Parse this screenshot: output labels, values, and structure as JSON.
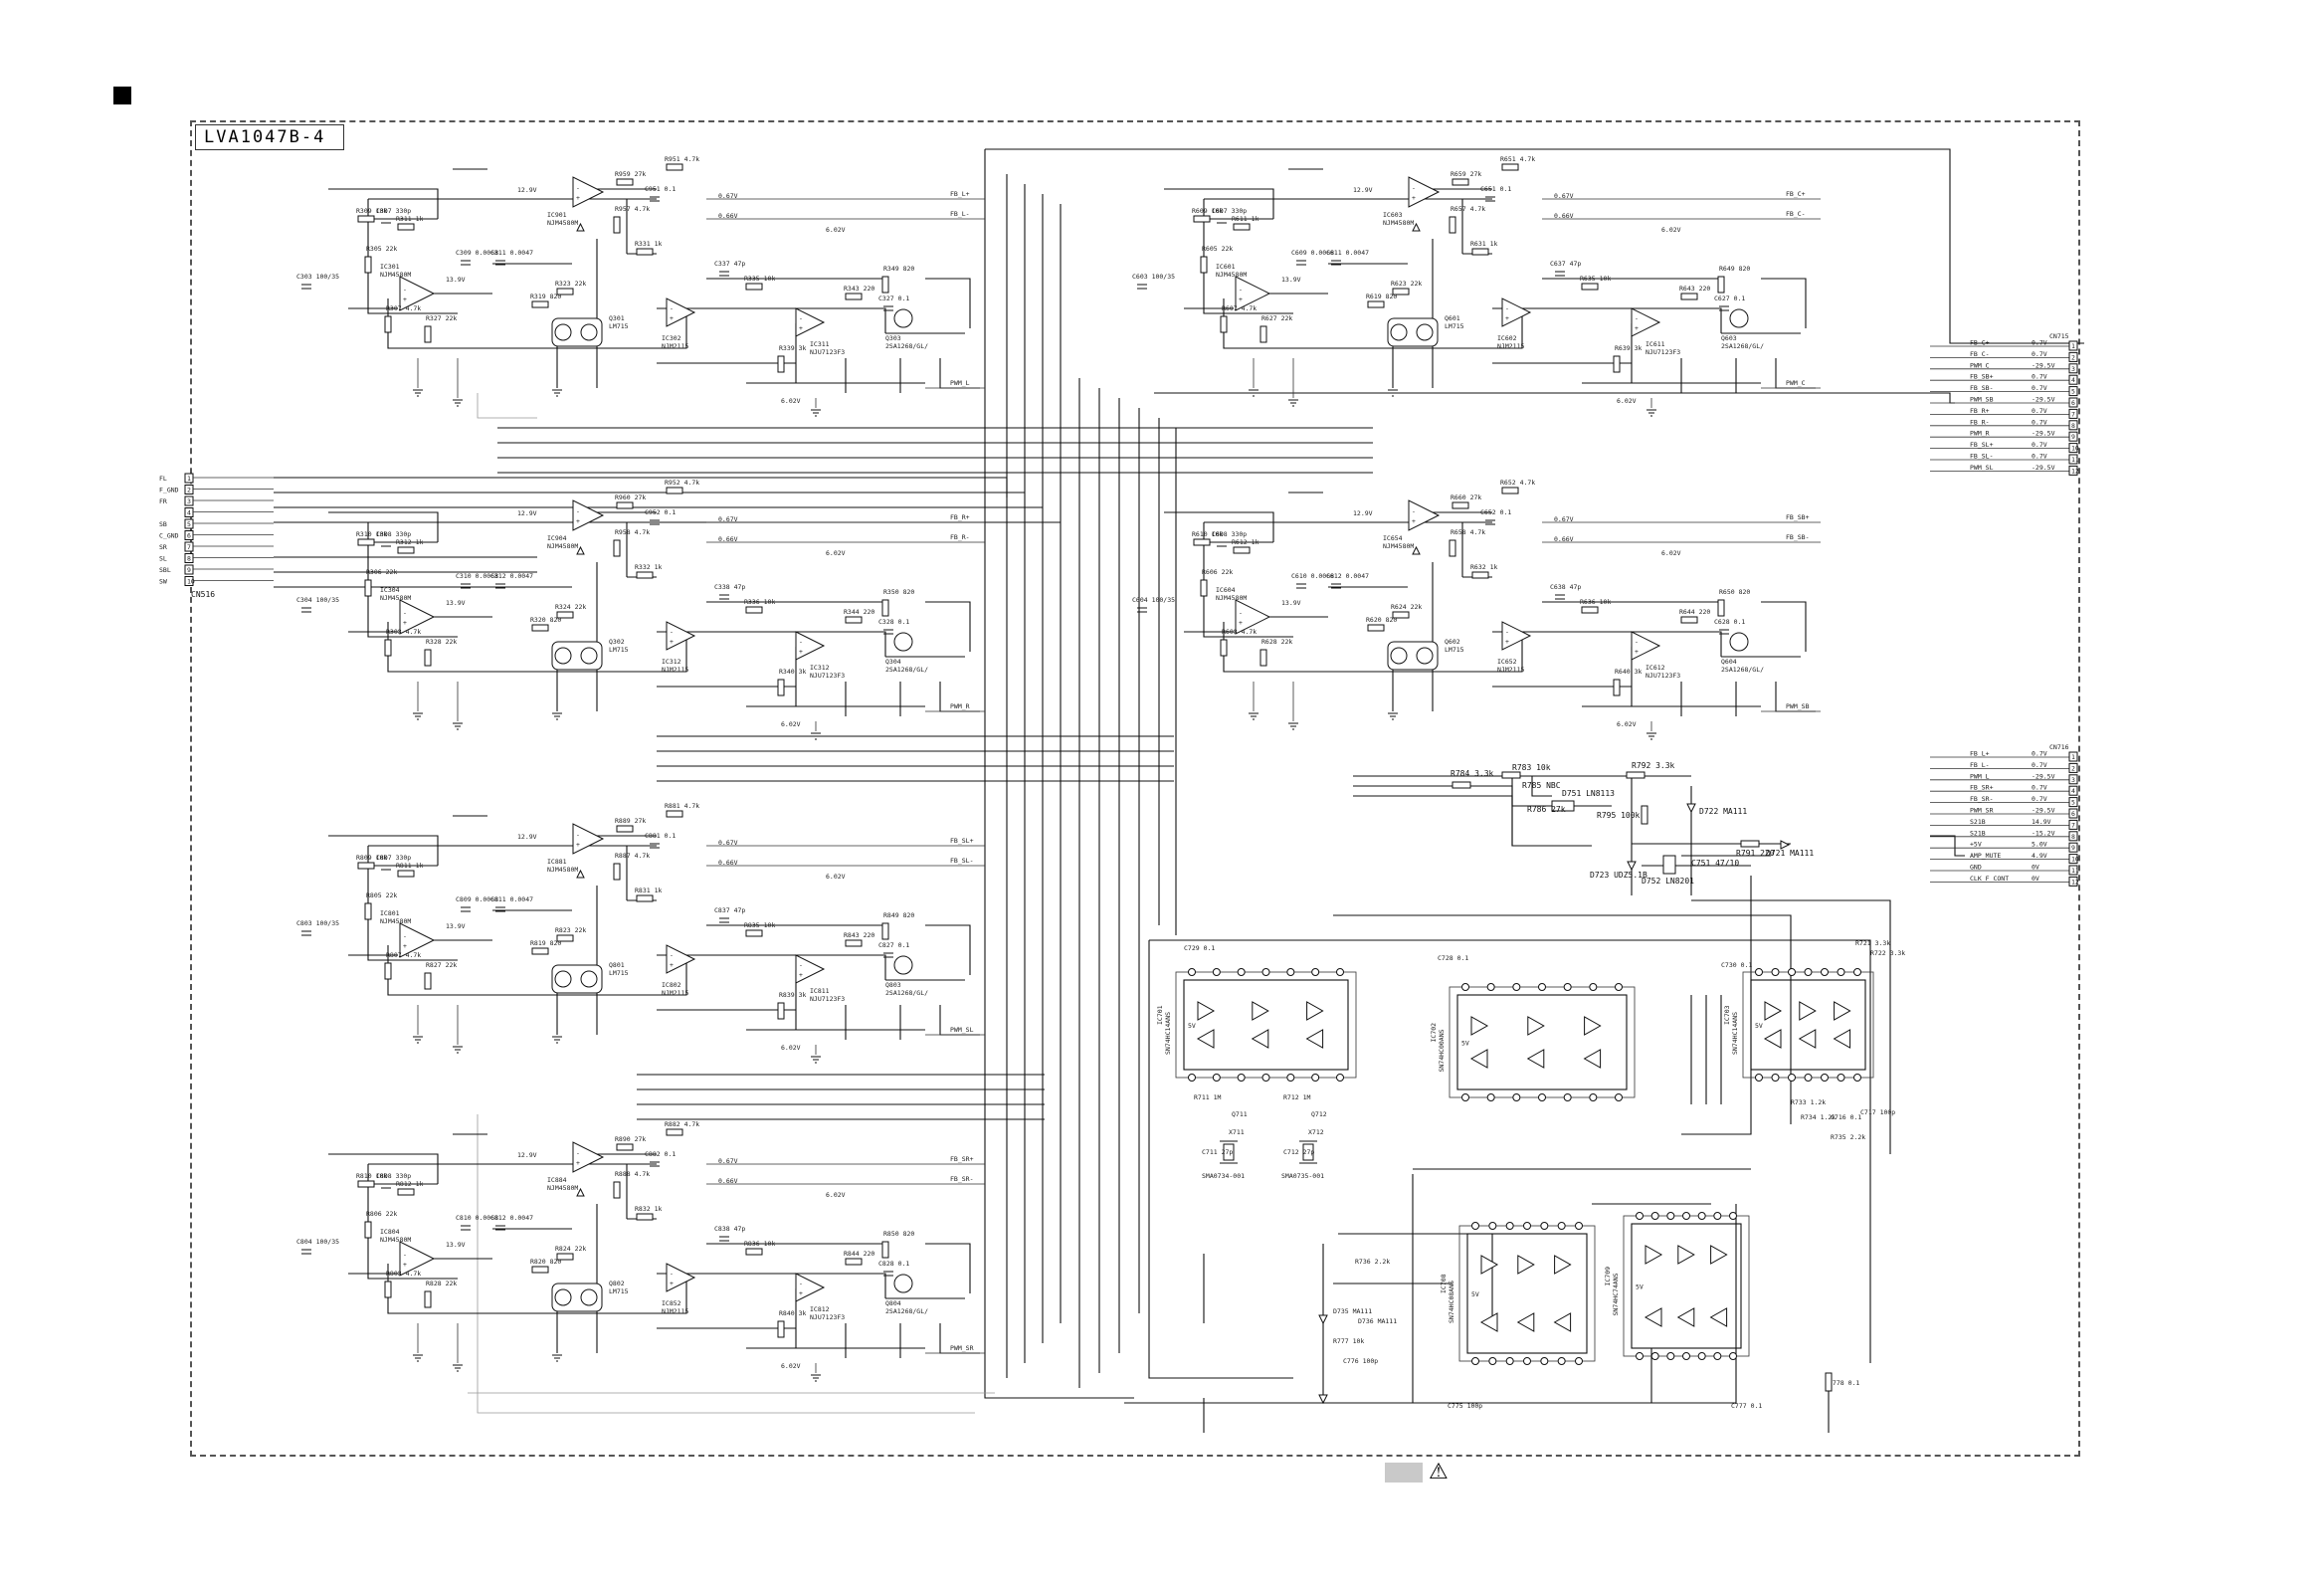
{
  "board": {
    "label": "LVA1047B-4"
  },
  "legend": {
    "warning_symbol": "⚠",
    "swatch_color": "#c9c9c9"
  },
  "connectors": {
    "left": {
      "ref": "CN516",
      "pins": [
        {
          "n": "1",
          "label": "FL"
        },
        {
          "n": "2",
          "label": "F_GND"
        },
        {
          "n": "3",
          "label": "FR"
        },
        {
          "n": "4",
          "label": ""
        },
        {
          "n": "5",
          "label": "SB"
        },
        {
          "n": "6",
          "label": "C_GND"
        },
        {
          "n": "7",
          "label": "SR"
        },
        {
          "n": "8",
          "label": "SL"
        },
        {
          "n": "9",
          "label": "SBL"
        },
        {
          "n": "10",
          "label": "SW"
        }
      ]
    },
    "right_top": {
      "ref": "CN715",
      "pins": [
        {
          "n": "1",
          "label": "FB_C+",
          "value": "0.7V"
        },
        {
          "n": "2",
          "label": "FB_C-",
          "value": "0.7V"
        },
        {
          "n": "3",
          "label": "PWM_C",
          "value": "-29.5V"
        },
        {
          "n": "4",
          "label": "FB_SB+",
          "value": "0.7V"
        },
        {
          "n": "5",
          "label": "FB_SB-",
          "value": "0.7V"
        },
        {
          "n": "6",
          "label": "PWM_SB",
          "value": "-29.5V"
        },
        {
          "n": "7",
          "label": "FB_R+",
          "value": "0.7V"
        },
        {
          "n": "8",
          "label": "FB_R-",
          "value": "0.7V"
        },
        {
          "n": "9",
          "label": "PWM_R",
          "value": "-29.5V"
        },
        {
          "n": "10",
          "label": "FB_SL+",
          "value": "0.7V"
        },
        {
          "n": "11",
          "label": "FB_SL-",
          "value": "0.7V"
        },
        {
          "n": "12",
          "label": "PWM_SL",
          "value": "-29.5V"
        }
      ]
    },
    "right_bottom": {
      "ref": "CN716",
      "pins": [
        {
          "n": "1",
          "label": "FB_L+",
          "value": "0.7V"
        },
        {
          "n": "2",
          "label": "FB_L-",
          "value": "0.7V"
        },
        {
          "n": "3",
          "label": "PWM_L",
          "value": "-29.5V"
        },
        {
          "n": "4",
          "label": "FB_SR+",
          "value": "0.7V"
        },
        {
          "n": "5",
          "label": "FB_SR-",
          "value": "0.7V"
        },
        {
          "n": "6",
          "label": "PWM_SR",
          "value": "-29.5V"
        },
        {
          "n": "7",
          "label": "S21B",
          "value": "14.9V"
        },
        {
          "n": "8",
          "label": "S21B",
          "value": "-15.2V"
        },
        {
          "n": "9",
          "label": "+5V",
          "value": "5.0V"
        },
        {
          "n": "10",
          "label": "AMP_MUTE",
          "value": "4.9V"
        },
        {
          "n": "11",
          "label": "GND",
          "value": "0V"
        },
        {
          "n": "12",
          "label": "CLK_F_CONT",
          "value": "0V"
        }
      ]
    }
  },
  "channels": [
    {
      "id": "FL",
      "opamp_in": "IC301",
      "opamp_in_part": "NJM4580M",
      "opamp_fb": "IC901",
      "opamp_fb_part": "NJM4580M",
      "comparator": "IC302",
      "comparator_part": "NJM2115",
      "driver_ic": "IC311",
      "driver_part": "NJU7123F3",
      "transistor": "Q303",
      "transistor_part": "2SA1268/GL/",
      "fet": "Q301",
      "fet_part": "LM715",
      "fb_plus": "FB_L+",
      "fb_minus": "FB_L-",
      "pwm": "PWM_L",
      "v_fb_plus": "0.67V",
      "v_fb_minus": "0.66V",
      "v_supply": "12.9V",
      "v_supply2": "13.9V",
      "v_rail": "6.02V",
      "parts": [
        "R309 10k",
        "C307 330p",
        "R311 1k",
        "C303 100/35",
        "R305 22k",
        "C309 0.0068",
        "C311 0.0047",
        "R307 4.7k",
        "R327 22k",
        "R319 820",
        "R323 22k",
        "R951 4.7k",
        "R959 27k",
        "C951 0.1",
        "R957 4.7k",
        "R331 1k",
        "C337 47p",
        "R335 10k",
        "R343 220",
        "C327 0.1",
        "R349 820",
        "R339 3k"
      ]
    },
    {
      "id": "FR",
      "opamp_in": "IC304",
      "opamp_in_part": "NJM4580M",
      "opamp_fb": "IC904",
      "opamp_fb_part": "NJM4580M",
      "comparator": "IC312",
      "comparator_part": "NJM2115",
      "driver_ic": "IC312",
      "driver_part": "NJU7123F3",
      "transistor": "Q304",
      "transistor_part": "2SA1268/GL/",
      "fet": "Q302",
      "fet_part": "LM715",
      "fb_plus": "FB_R+",
      "fb_minus": "FB_R-",
      "pwm": "PWM_R",
      "v_fb_plus": "0.67V",
      "v_fb_minus": "0.66V",
      "v_supply": "12.9V",
      "v_supply2": "13.9V",
      "v_rail": "6.02V",
      "parts": [
        "R310 10k",
        "C308 330p",
        "R312 1k",
        "C304 100/35",
        "R306 22k",
        "C310 0.0068",
        "C312 0.0047",
        "R308 4.7k",
        "R328 22k",
        "R320 820",
        "R324 22k",
        "R952 4.7k",
        "R960 27k",
        "C952 0.1",
        "R958 4.7k",
        "R332 1k",
        "C338 47p",
        "R336 10k",
        "R344 220",
        "C328 0.1",
        "R350 820",
        "R340 3k"
      ]
    },
    {
      "id": "SL",
      "opamp_in": "IC801",
      "opamp_in_part": "NJM4580M",
      "opamp_fb": "IC881",
      "opamp_fb_part": "NJM4580M",
      "comparator": "IC802",
      "comparator_part": "NJM2115",
      "driver_ic": "IC811",
      "driver_part": "NJU7123F3",
      "transistor": "Q803",
      "transistor_part": "2SA1268/GL/",
      "fet": "Q801",
      "fet_part": "LM715",
      "fb_plus": "FB_SL+",
      "fb_minus": "FB_SL-",
      "pwm": "PWM_SL",
      "v_fb_plus": "0.67V",
      "v_fb_minus": "0.66V",
      "v_supply": "12.9V",
      "v_supply2": "13.9V",
      "v_rail": "6.02V",
      "parts": [
        "R809 10k",
        "C807 330p",
        "R811 1k",
        "C803 100/35",
        "R805 22k",
        "C809 0.0068",
        "C811 0.0047",
        "R807 4.7k",
        "R827 22k",
        "R819 820",
        "R823 22k",
        "R881 4.7k",
        "R889 27k",
        "C881 0.1",
        "R887 4.7k",
        "R831 1k",
        "C837 47p",
        "R835 10k",
        "R843 220",
        "C827 0.1",
        "R849 820",
        "R839 3k"
      ]
    },
    {
      "id": "SR",
      "opamp_in": "IC804",
      "opamp_in_part": "NJM4580M",
      "opamp_fb": "IC884",
      "opamp_fb_part": "NJM4580M",
      "comparator": "IC852",
      "comparator_part": "NJM2115",
      "driver_ic": "IC812",
      "driver_part": "NJU7123F3",
      "transistor": "Q804",
      "transistor_part": "2SA1268/GL/",
      "fet": "Q802",
      "fet_part": "LM715",
      "fb_plus": "FB_SR+",
      "fb_minus": "FB_SR-",
      "pwm": "PWM_SR",
      "v_fb_plus": "0.67V",
      "v_fb_minus": "0.66V",
      "v_supply": "12.9V",
      "v_supply2": "13.9V",
      "v_rail": "6.02V",
      "parts": [
        "R810 10k",
        "C808 330p",
        "R812 1k",
        "C804 100/35",
        "R806 22k",
        "C810 0.0068",
        "C812 0.0047",
        "R808 4.7k",
        "R828 22k",
        "R820 820",
        "R824 22k",
        "R882 4.7k",
        "R890 27k",
        "C882 0.1",
        "R888 4.7k",
        "R832 1k",
        "C838 47p",
        "R836 10k",
        "R844 220",
        "C828 0.1",
        "R850 820",
        "R840 3k"
      ]
    },
    {
      "id": "C",
      "opamp_in": "IC601",
      "opamp_in_part": "NJM4580M",
      "opamp_fb": "IC603",
      "opamp_fb_part": "NJM4580M",
      "comparator": "IC602",
      "comparator_part": "NJM2115",
      "driver_ic": "IC611",
      "driver_part": "NJU7123F3",
      "transistor": "Q603",
      "transistor_part": "2SA1268/GL/",
      "fet": "Q601",
      "fet_part": "LM715",
      "fb_plus": "FB_C+",
      "fb_minus": "FB_C-",
      "pwm": "PWM_C",
      "v_fb_plus": "0.67V",
      "v_fb_minus": "0.66V",
      "v_supply": "12.9V",
      "v_supply2": "13.9V",
      "v_rail": "6.02V",
      "parts": [
        "R609 10k",
        "C607 330p",
        "R611 1k",
        "C603 100/35",
        "R605 22k",
        "C609 0.0068",
        "C611 0.0047",
        "R607 4.7k",
        "R627 22k",
        "R619 820",
        "R623 22k",
        "R651 4.7k",
        "R659 27k",
        "C651 0.1",
        "R657 4.7k",
        "R631 1k",
        "C637 47p",
        "R635 10k",
        "R643 220",
        "C627 0.1",
        "R649 820",
        "R639 3k"
      ]
    },
    {
      "id": "SB",
      "opamp_in": "IC604",
      "opamp_in_part": "NJM4580M",
      "opamp_fb": "IC654",
      "opamp_fb_part": "NJM4580M",
      "comparator": "IC652",
      "comparator_part": "NJM2115",
      "driver_ic": "IC612",
      "driver_part": "NJU7123F3",
      "transistor": "Q604",
      "transistor_part": "2SA1268/GL/",
      "fet": "Q602",
      "fet_part": "LM715",
      "fb_plus": "FB_SB+",
      "fb_minus": "FB_SB-",
      "pwm": "PWM_SB",
      "v_fb_plus": "0.67V",
      "v_fb_minus": "0.66V",
      "v_supply": "12.9V",
      "v_supply2": "13.9V",
      "v_rail": "6.02V",
      "parts": [
        "R610 10k",
        "C608 330p",
        "R612 1k",
        "C604 100/35",
        "R606 22k",
        "C610 0.0068",
        "C612 0.0047",
        "R608 4.7k",
        "R628 22k",
        "R620 820",
        "R624 22k",
        "R652 4.7k",
        "R660 27k",
        "C652 0.1",
        "R658 4.7k",
        "R632 1k",
        "C638 47p",
        "R636 10k",
        "R644 220",
        "C628 0.1",
        "R650 820",
        "R640 3k"
      ]
    }
  ],
  "logic": {
    "ics": [
      {
        "ref": "IC701",
        "part": "SN74HC14ANS",
        "vcc": "5V"
      },
      {
        "ref": "IC702",
        "part": "SN74HC00ANS",
        "vcc": "5V"
      },
      {
        "ref": "IC703",
        "part": "SN74HC14ANS",
        "vcc": "5V"
      },
      {
        "ref": "IC708",
        "part": "SN74HC08ANS",
        "vcc": "5V"
      },
      {
        "ref": "IC709",
        "part": "SN74HC74ANS",
        "vcc": "5V"
      }
    ],
    "parts": [
      "C729 0.1",
      "C728 0.1",
      "C730 0.1",
      "X711",
      "X712",
      "Q711",
      "Q712",
      "R711 1M",
      "R712 1M",
      "C711 27p",
      "C712 27p",
      "R721 3.3k",
      "R722 3.3k",
      "R733 1.2k",
      "R734 1.2k",
      "C716 0.1",
      "C717 100p",
      "R735 2.2k",
      "R736 2.2k",
      "C776 100p",
      "C775 100p",
      "C777 0.1",
      "C778 0.1",
      "R777 10k",
      "D735 MA111",
      "D736 MA111"
    ],
    "crystal_labels": [
      "SMA0734-001",
      "SMA0735-001"
    ]
  },
  "protection": {
    "parts": [
      "R784 3.3k",
      "R783 10k",
      "R785 NBC",
      "D751 LN8113",
      "R786 27k",
      "R792 3.3k",
      "R795 100k",
      "D722 MA111",
      "D723 UDZ5.1B",
      "D752 LN8201",
      "C751 47/10",
      "R791 220",
      "D721 MA111"
    ]
  }
}
